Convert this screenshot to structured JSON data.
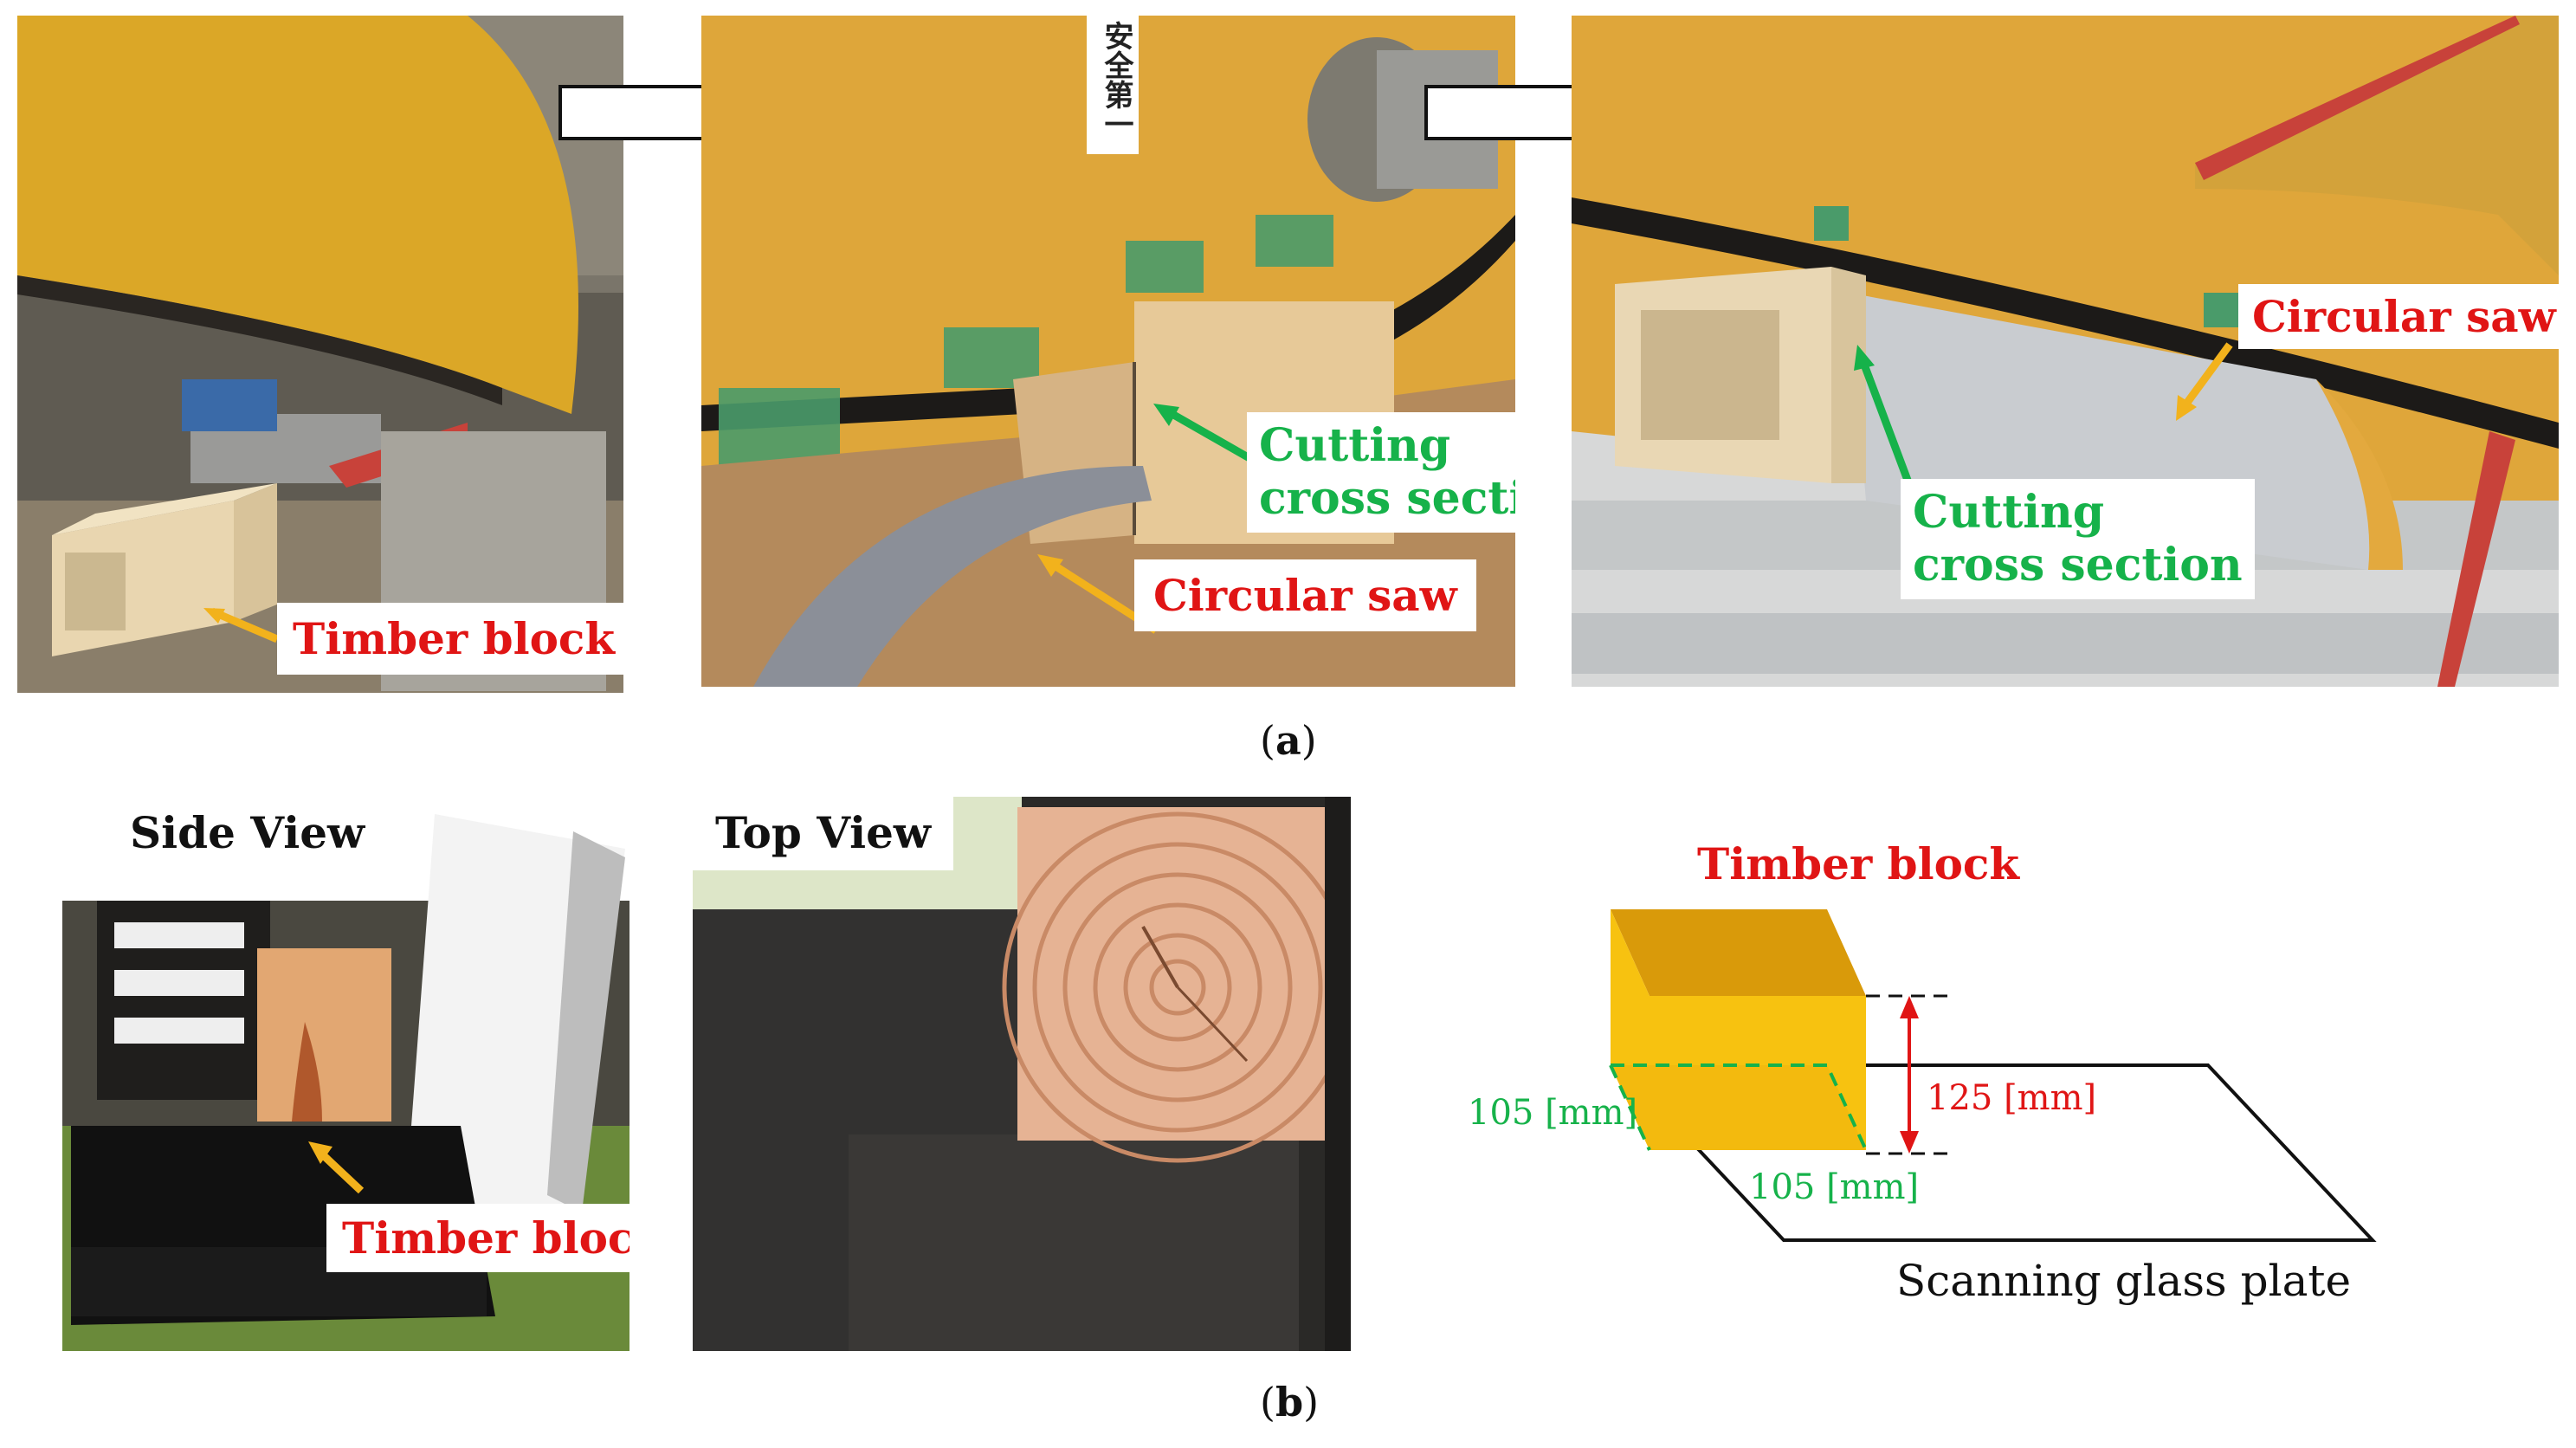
{
  "panel_a": {
    "photo1": {
      "label_timber": "Timber block"
    },
    "photo2": {
      "label_cutting": [
        "Cutting",
        "cross section"
      ],
      "label_saw": "Circular saw",
      "sign_text": "安全第一"
    },
    "photo3": {
      "label_saw": "Circular saw",
      "label_cutting": [
        "Cutting",
        "cross section"
      ]
    },
    "caption": {
      "open": "(",
      "letter": "a",
      "close": ")"
    }
  },
  "panel_b": {
    "side_view": {
      "title": "Side View",
      "label_timber": "Timber block"
    },
    "top_view": {
      "title": "Top View"
    },
    "diagram": {
      "title": "Timber block",
      "dim_width": "105 [mm]",
      "dim_depth": "105 [mm]",
      "dim_height": "125 [mm]",
      "plate_label": "Scanning glass plate"
    },
    "caption": {
      "open": "(",
      "letter": "b",
      "close": ")"
    }
  },
  "colors": {
    "label_red": "#e01515",
    "label_green": "#16b24a",
    "block_front": "#f7c210",
    "block_top": "#d99a0a",
    "block_side": "#c98a0c",
    "arrow_orange": "#f2b21c",
    "machine_yellow": "#e0a828"
  }
}
